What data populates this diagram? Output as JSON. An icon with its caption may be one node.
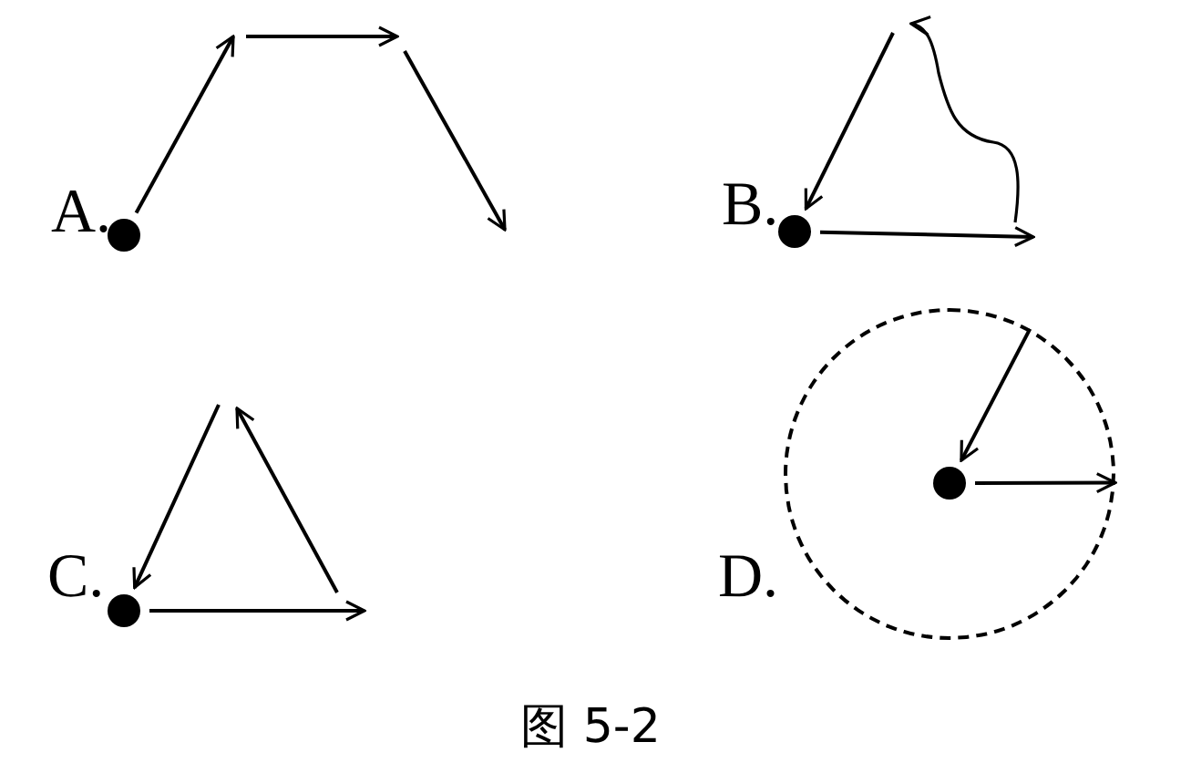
{
  "diagram": {
    "caption": "图 5-2",
    "nodes": [
      {
        "text": [],
        "shape": "circle"
      },
      {
        "text": [],
        "shape": "circle"
      },
      {
        "text": [],
        "shape": "circle"
      },
      {
        "text": [],
        "shape": "circle"
      },
      {
        "text": [],
        "shape": "circle",
        "in": 3
      }
    ],
    "edges": [
      {
        "from": 0,
        "to": null,
        "arrow": "to"
      },
      {
        "from": null,
        "to": 1,
        "arrow": "to"
      },
      {
        "from": 1,
        "to": null,
        "arrow": "to"
      },
      {
        "from": null,
        "to": 2,
        "arrow": "to"
      },
      {
        "from": 2,
        "to": null,
        "arrow": "to"
      },
      {
        "from": 3,
        "to": 4,
        "arrow": "to"
      },
      {
        "from": 4,
        "to": 3,
        "arrow": "to"
      }
    ],
    "labels": [
      "A.",
      "B.",
      "C.",
      "D."
    ]
  }
}
